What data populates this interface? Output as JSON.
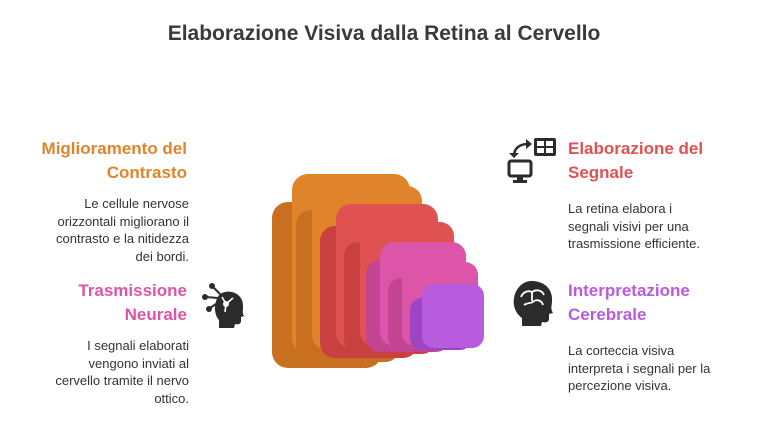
{
  "title": "Elaborazione Visiva dalla Retina al Cervello",
  "colors": {
    "orange": "#E0842B",
    "red": "#E05252",
    "pink": "#DC55A8",
    "purple": "#B85BDE",
    "text": "#333333",
    "icon": "#2b2b2b"
  },
  "sections": {
    "contrast": {
      "heading": [
        "Miglioramento del",
        "Contrasto"
      ],
      "description": [
        "Le cellule nervose",
        "orizzontali migliorano il",
        "contrasto e la nitidezza",
        "dei bordi."
      ]
    },
    "neural": {
      "heading": [
        "Trasmissione",
        "Neurale"
      ],
      "description": [
        "I segnali elaborati",
        "vengono inviati al",
        "cervello tramite il nervo",
        "ottico."
      ],
      "icon": "neuron-head-icon"
    },
    "signal": {
      "heading": [
        "Elaborazione del",
        "Segnale"
      ],
      "description": [
        "La retina elabora i",
        "segnali visivi per una",
        "trasmissione efficiente."
      ],
      "icon": "data-exchange-icon"
    },
    "cerebral": {
      "heading": [
        "Interpretazione",
        "Cerebrale"
      ],
      "description": [
        "La corteccia visiva",
        "interpreta i segnali per la",
        "percezione visiva."
      ],
      "icon": "brain-head-icon"
    }
  }
}
